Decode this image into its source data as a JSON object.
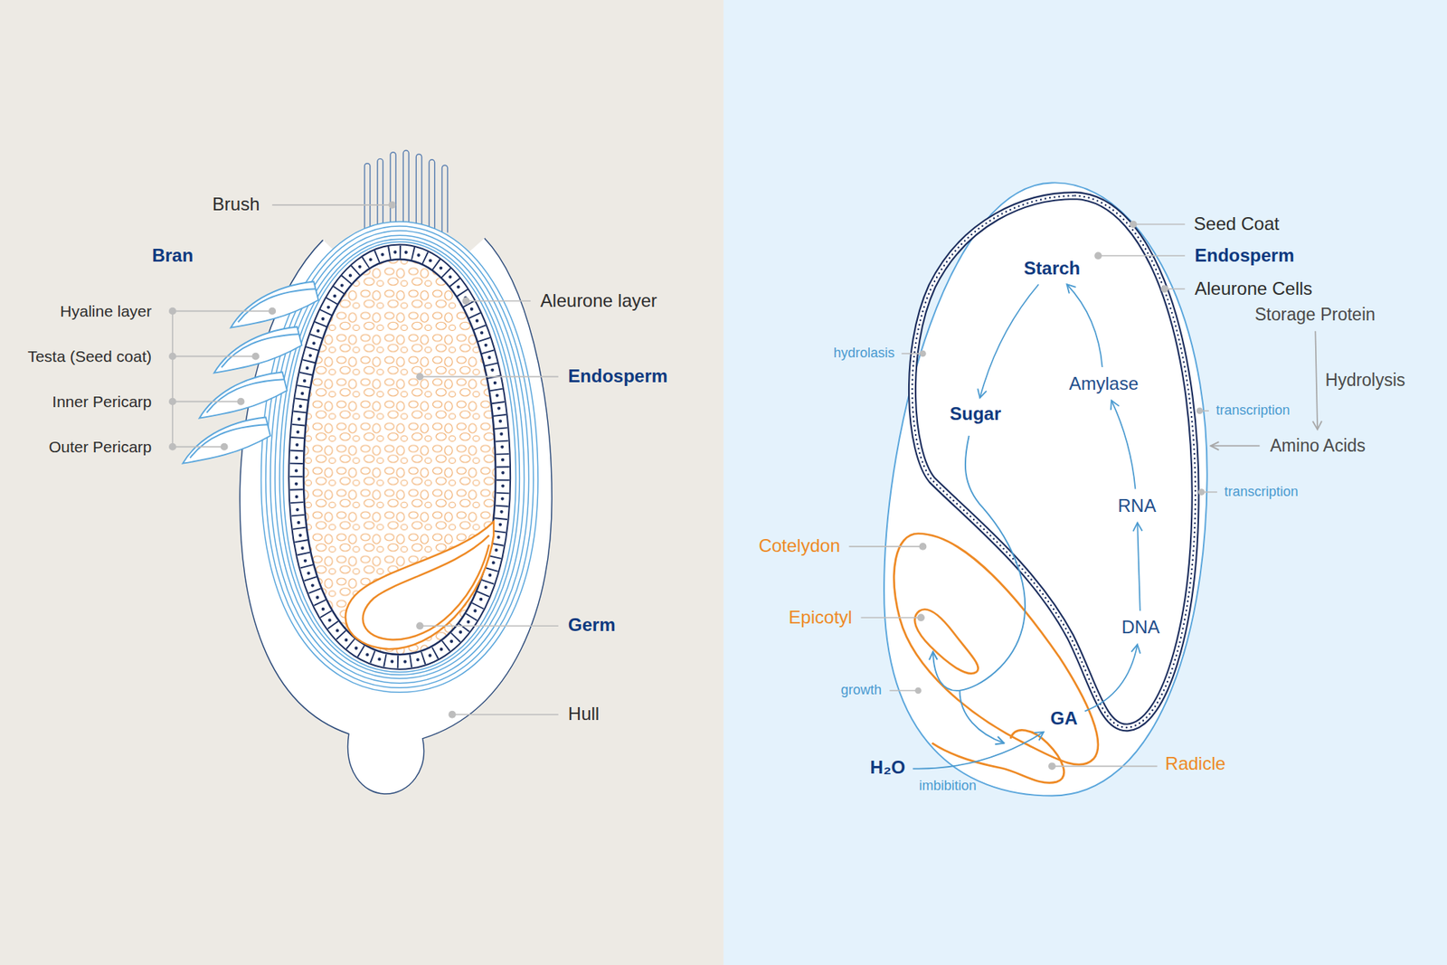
{
  "diagram": {
    "nodes": [
      {
        "text": [
          "Starch"
        ]
      },
      {
        "text": [
          "Sugar"
        ]
      },
      {
        "text": [
          "Amylase"
        ]
      },
      {
        "text": [
          "RNA"
        ]
      },
      {
        "text": [
          "DNA"
        ]
      },
      {
        "text": [
          "GA"
        ]
      },
      {
        "text": [
          "H₂O"
        ]
      },
      {
        "text": [
          "Storage Protein"
        ]
      },
      {
        "text": [
          "Amino Acids"
        ]
      }
    ],
    "edges": [
      {
        "from": 6,
        "to": 5,
        "arrow": "to"
      },
      {
        "from": 5,
        "to": 4,
        "arrow": "to"
      },
      {
        "from": 4,
        "to": 3,
        "arrow": "to"
      },
      {
        "from": 3,
        "to": 2,
        "arrow": "to"
      },
      {
        "from": 2,
        "to": 0,
        "arrow": "to"
      },
      {
        "from": 0,
        "to": 1,
        "arrow": "to"
      },
      {
        "from": 7,
        "to": 8,
        "label": "Hydrolysis",
        "arrow": "to"
      }
    ],
    "labels": [
      "Brush",
      "Bran",
      "Hyaline layer",
      "Testa (Seed coat)",
      "Inner Pericarp",
      "Outer Pericarp",
      "Aleurone layer",
      "Endosperm",
      "Germ",
      "Hull",
      "Seed Coat",
      "Endosperm",
      "Aleurone Cells",
      "hydrolasis",
      "transcription",
      "transcription",
      "Cotelydon",
      "Epicotyl",
      "growth",
      "imbibition",
      "Radicle"
    ]
  }
}
